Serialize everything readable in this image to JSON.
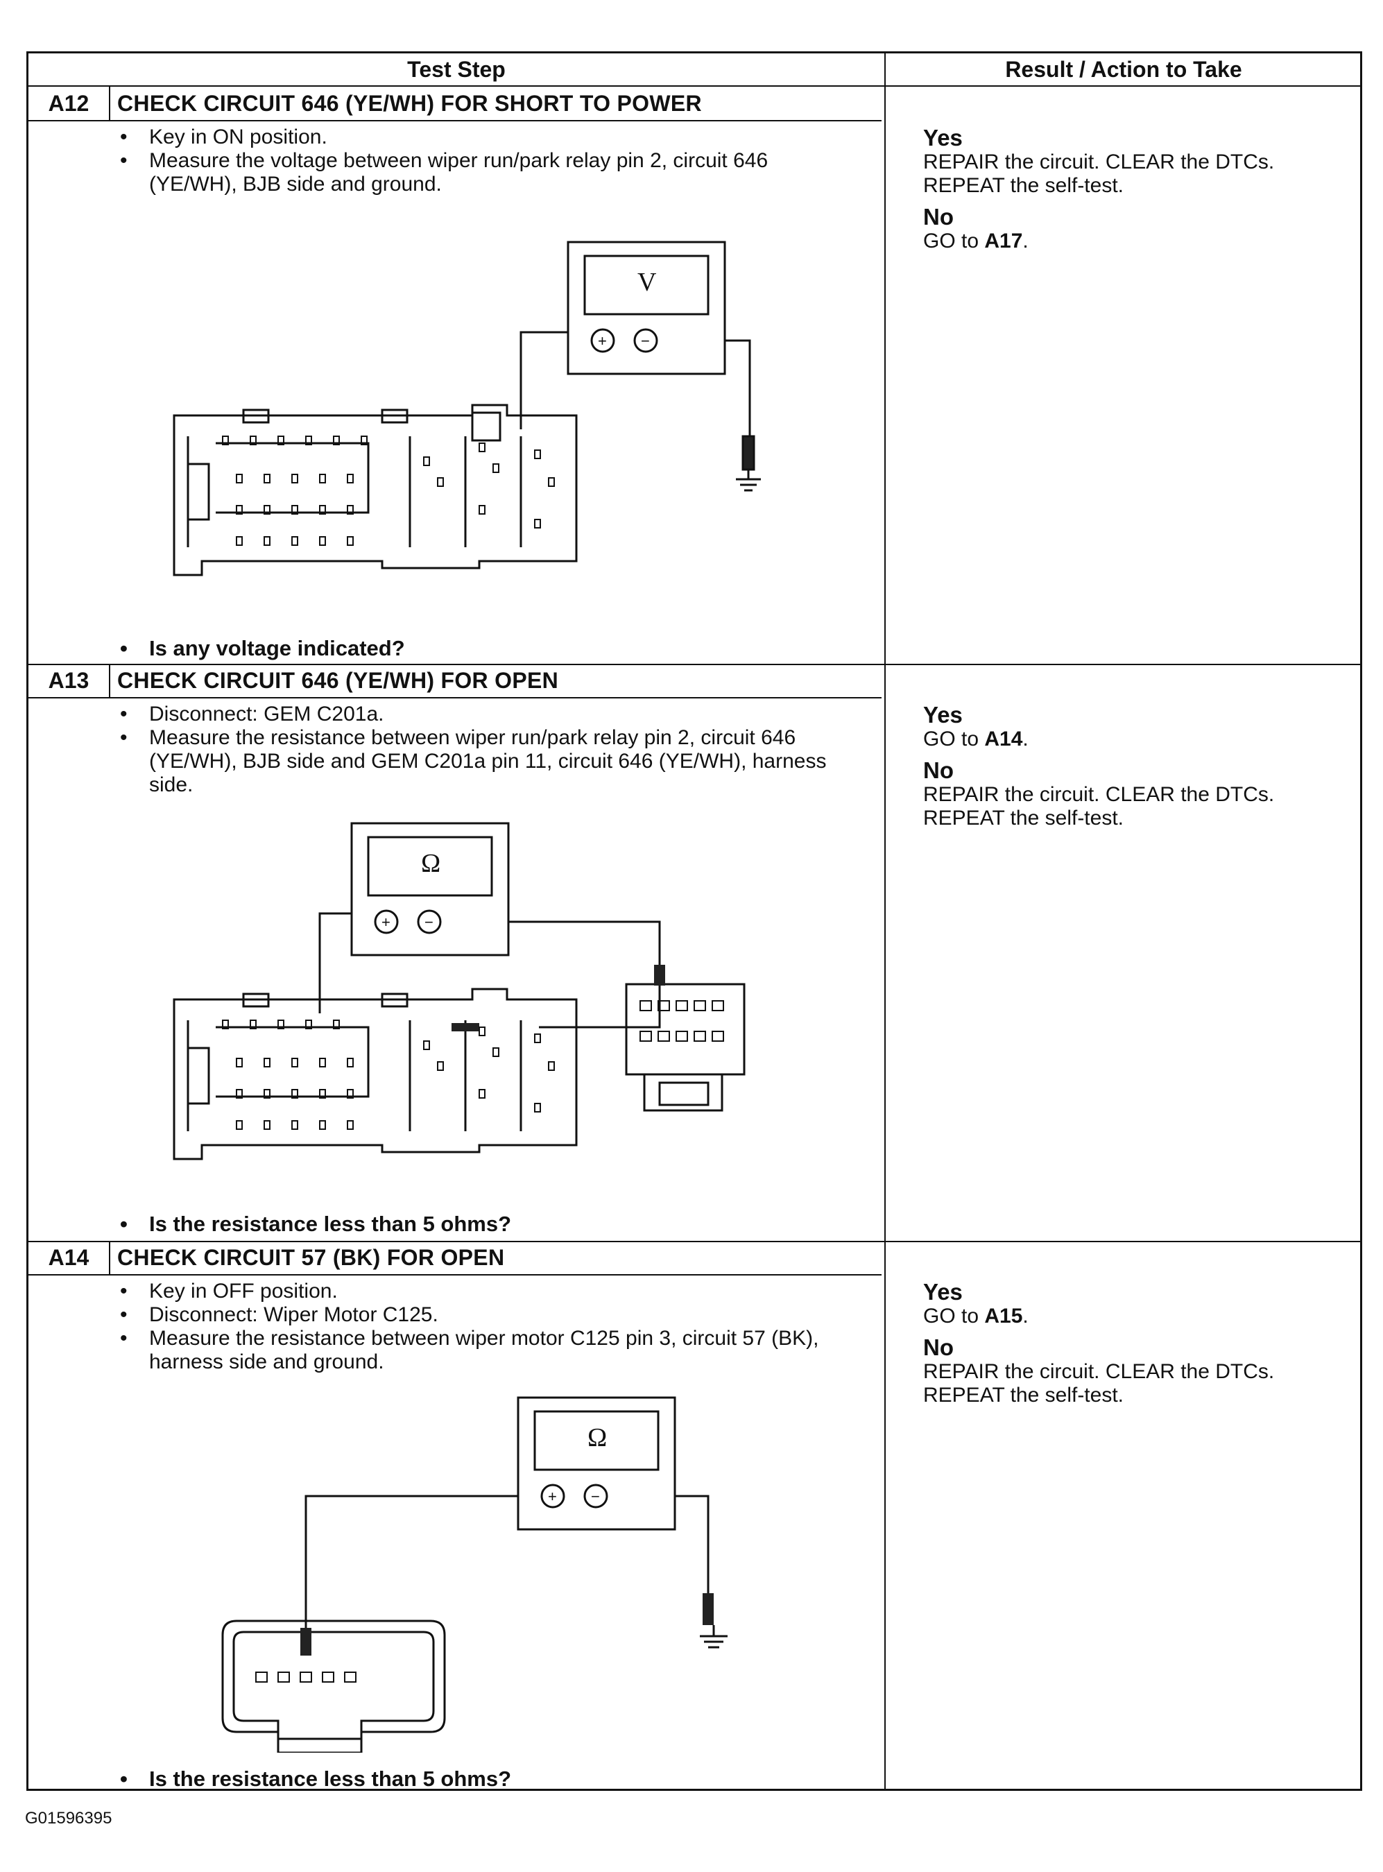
{
  "header": {
    "test_step": "Test Step",
    "result_action": "Result / Action to Take"
  },
  "steps": [
    {
      "id": "A12",
      "title": "CHECK CIRCUIT 646 (YE/WH) FOR SHORT TO POWER",
      "bullets": [
        "Key in ON position.",
        "Measure the voltage between wiper run/park relay pin 2, circuit 646 (YE/WH), BJB side and ground."
      ],
      "meter_symbol": "V",
      "question": "Is any voltage indicated?",
      "results": [
        {
          "label": "Yes",
          "text": "REPAIR the circuit. CLEAR the DTCs. REPEAT the self-test."
        },
        {
          "label": "No",
          "text_prefix": "GO to ",
          "ref": "A17",
          "text_suffix": "."
        }
      ]
    },
    {
      "id": "A13",
      "title": "CHECK CIRCUIT 646 (YE/WH) FOR OPEN",
      "bullets": [
        "Disconnect: GEM C201a.",
        "Measure the resistance between wiper run/park relay pin 2, circuit 646 (YE/WH), BJB side and GEM C201a pin 11, circuit 646 (YE/WH), harness side."
      ],
      "meter_symbol": "Ω",
      "question": "Is the resistance less than 5 ohms?",
      "results": [
        {
          "label": "Yes",
          "text_prefix": "GO to ",
          "ref": "A14",
          "text_suffix": "."
        },
        {
          "label": "No",
          "text": "REPAIR the circuit. CLEAR the DTCs. REPEAT the self-test."
        }
      ]
    },
    {
      "id": "A14",
      "title": "CHECK CIRCUIT 57 (BK) FOR OPEN",
      "bullets": [
        "Key in OFF position.",
        "Disconnect: Wiper Motor C125.",
        "Measure the resistance between wiper motor C125 pin 3, circuit 57 (BK), harness side and ground."
      ],
      "meter_symbol": "Ω",
      "question": "Is the resistance less than 5 ohms?",
      "results": [
        {
          "label": "Yes",
          "text_prefix": "GO to ",
          "ref": "A15",
          "text_suffix": "."
        },
        {
          "label": "No",
          "text": "REPAIR the circuit. CLEAR the DTCs. REPEAT the self-test."
        }
      ]
    }
  ],
  "figure_code": "G01596395"
}
